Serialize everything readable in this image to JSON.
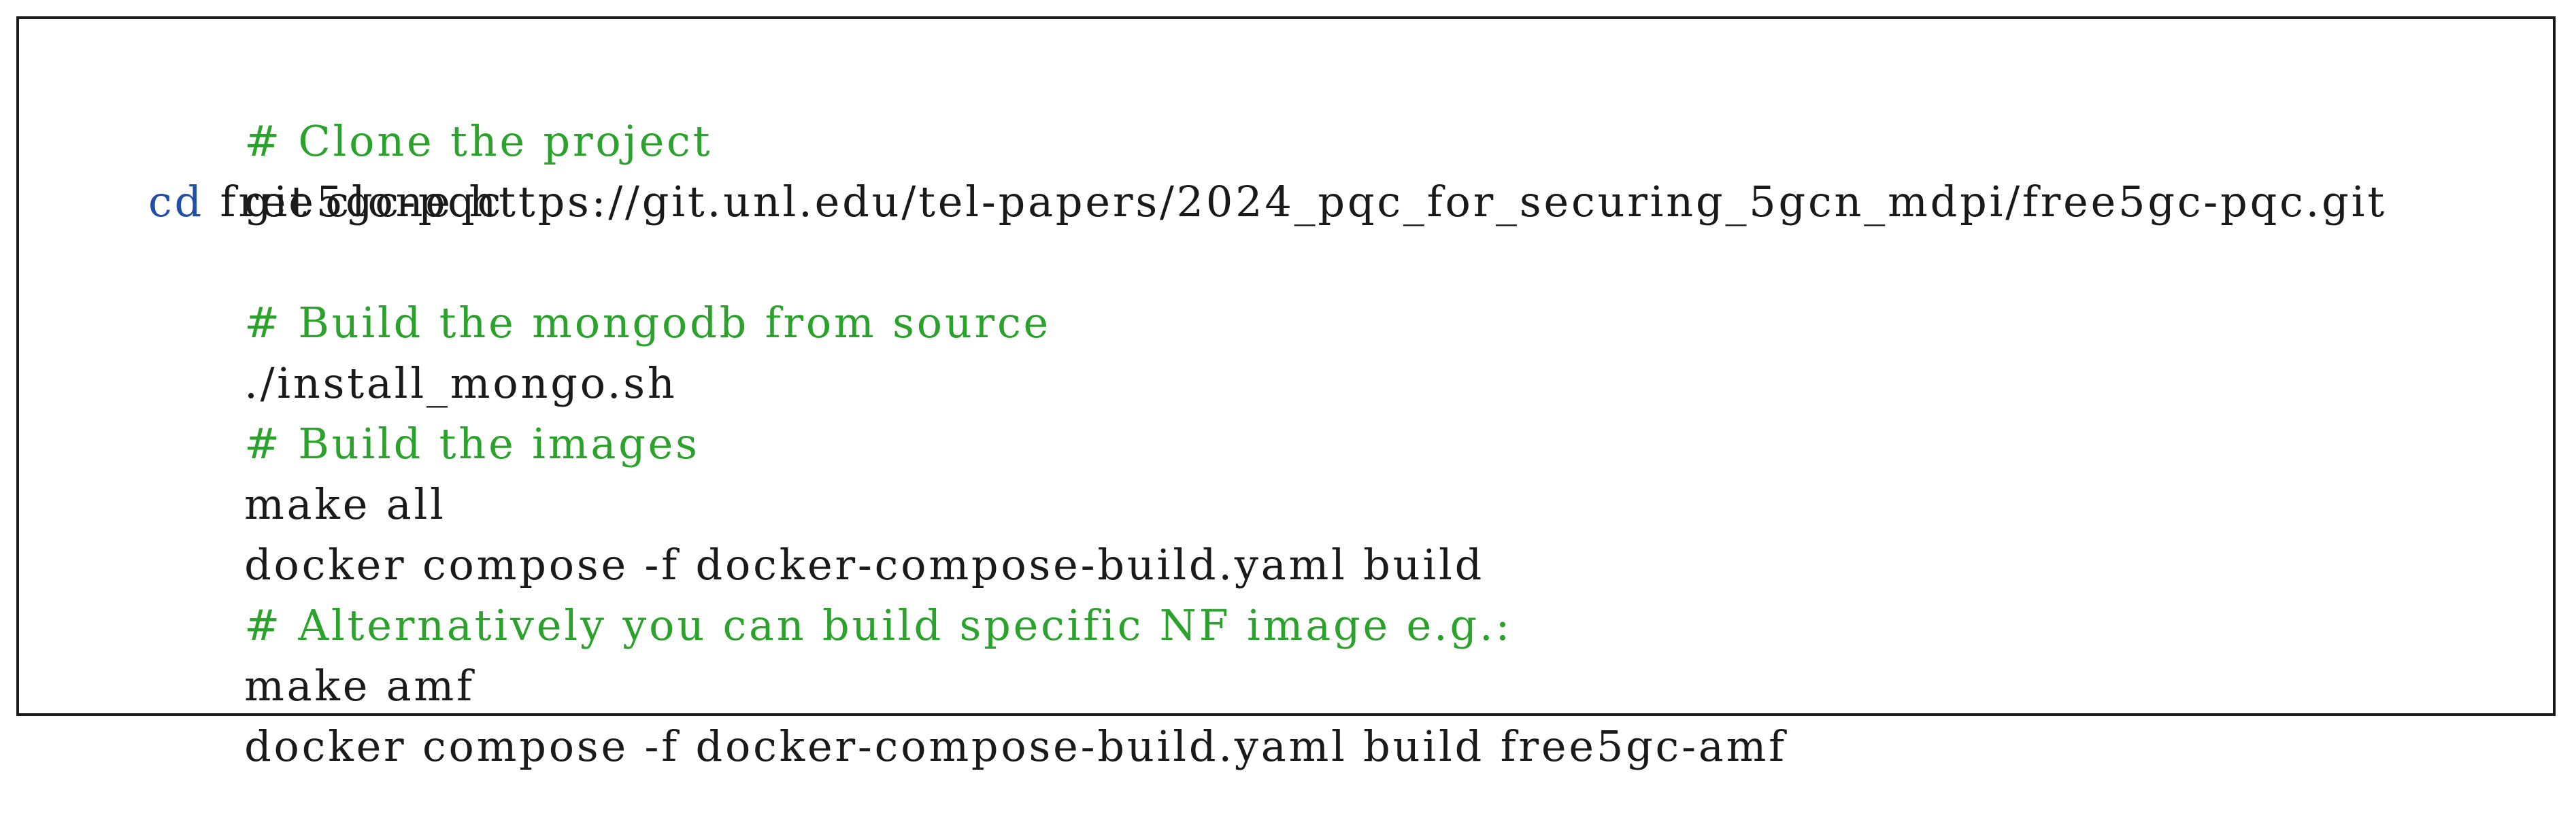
{
  "listing": {
    "lines": [
      {
        "kind": "comment",
        "text": "# Clone the project"
      },
      {
        "kind": "code",
        "text": "git clone https://git.unl.edu/tel-papers/2024_pqc_for_securing_5gcn_mdpi/free5gc-pqc.git"
      },
      {
        "kind": "code",
        "keyword": "cd",
        "text": " free5gc-pqc"
      },
      {
        "kind": "comment",
        "text": "# Build the mongodb from source"
      },
      {
        "kind": "code",
        "text": "./install_mongo.sh"
      },
      {
        "kind": "comment",
        "text": "# Build the images"
      },
      {
        "kind": "code",
        "text": "make all"
      },
      {
        "kind": "code",
        "text": "docker compose -f docker-compose-build.yaml build"
      },
      {
        "kind": "comment",
        "text": "# Alternatively you can build specific NF image e.g.:"
      },
      {
        "kind": "code",
        "text": "make amf"
      },
      {
        "kind": "code",
        "text": "docker compose -f docker-compose-build.yaml build free5gc-amf"
      }
    ]
  },
  "colors": {
    "comment": "#2ba22b",
    "keyword": "#1f4fa8",
    "text": "#1a1a1a",
    "border": "#1a1a1a"
  }
}
